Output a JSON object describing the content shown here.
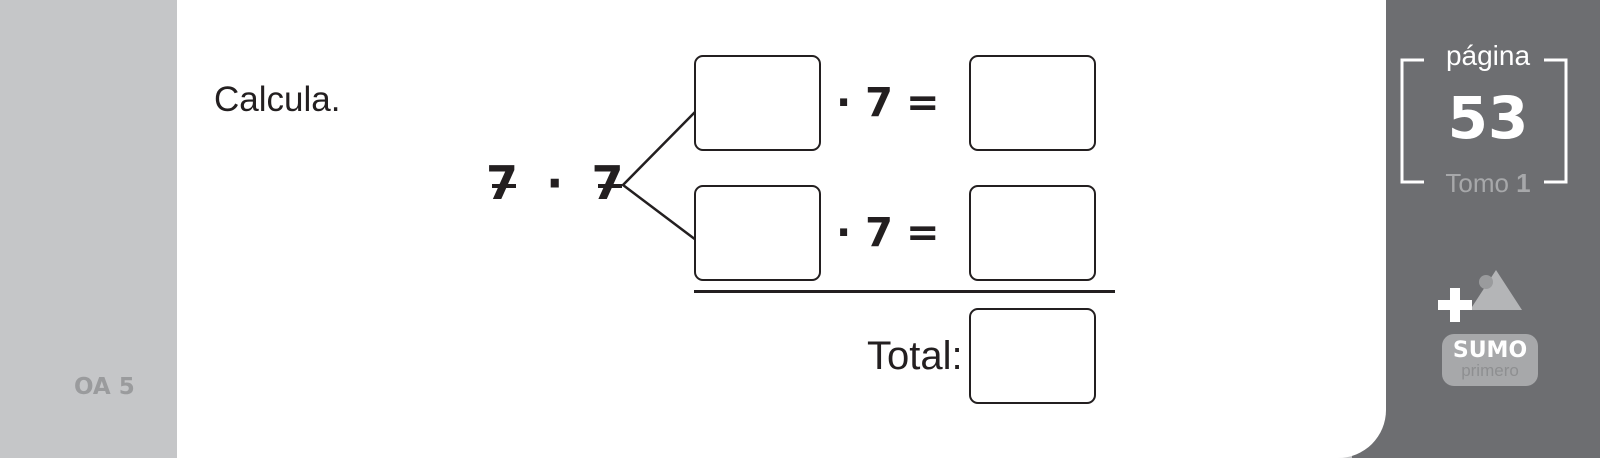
{
  "sidebar": {
    "objective": "OA 5"
  },
  "exercise": {
    "instruction": "Calcula.",
    "expression": {
      "left": "7",
      "dot": "·",
      "right": "7"
    },
    "rows": [
      {
        "operator": "· 7",
        "equals": "="
      },
      {
        "operator": "· 7",
        "equals": "="
      }
    ],
    "total_label": "Total:"
  },
  "page_badge": {
    "label": "página",
    "number": "53",
    "tomo_label": "Tomo",
    "tomo_number": "1"
  },
  "logo": {
    "brand": "SUMO",
    "sub": "primero",
    "icon": "sumo-primero-logo-icon"
  },
  "colors": {
    "panel": "#6d6e71",
    "strip": "#c5c6c8",
    "ink": "#231f20"
  }
}
